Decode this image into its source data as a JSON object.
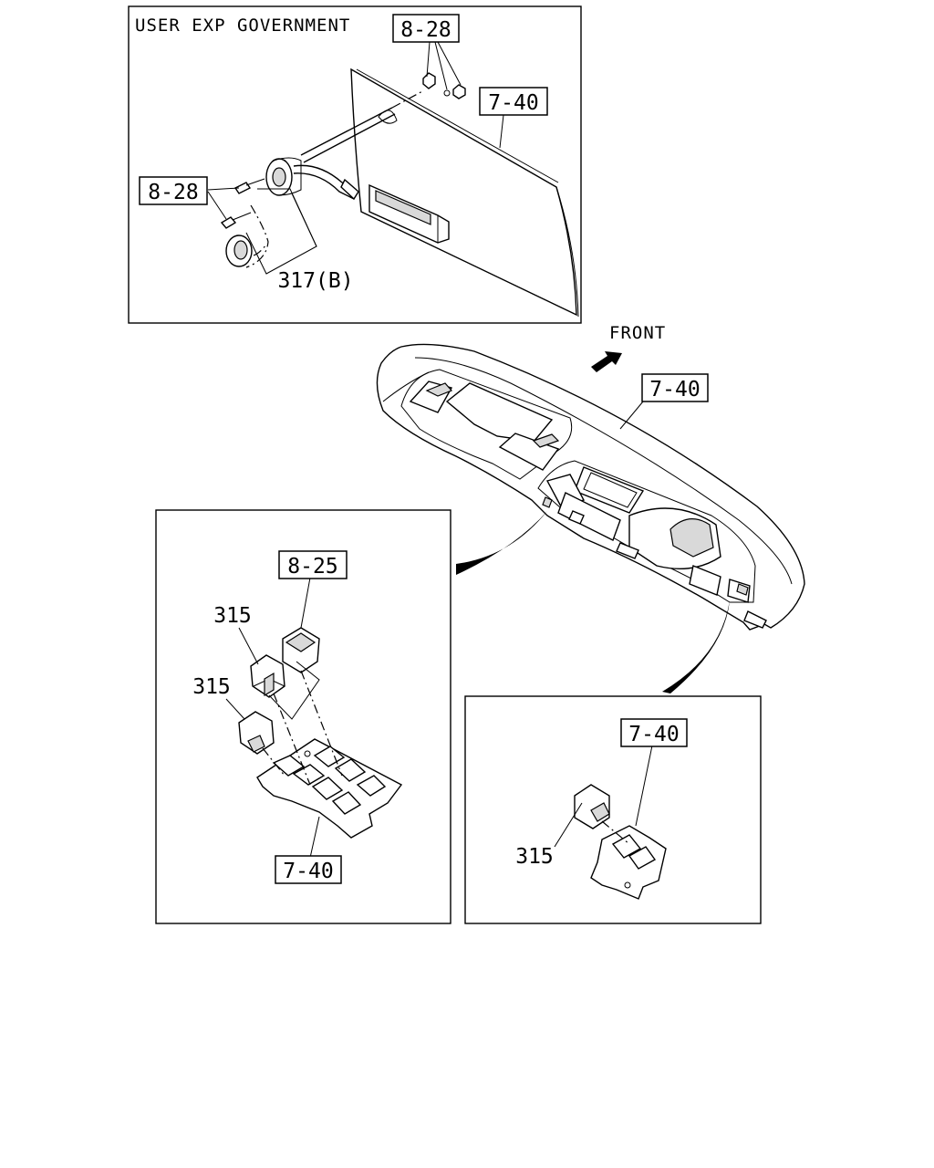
{
  "top_panel": {
    "note": "USER EXP GOVERNMENT",
    "callout_ref_top": "8-28",
    "callout_ref_panel": "7-40",
    "callout_ref_left": "8-28",
    "part_label": "317(B)"
  },
  "main_view": {
    "front_label": "FRONT",
    "callout_ref_dash": "7-40"
  },
  "left_detail": {
    "callout_ref_top": "8-25",
    "part_label_upper": "315",
    "part_label_lower": "315",
    "callout_ref_bottom": "7-40"
  },
  "right_detail": {
    "callout_ref": "7-40",
    "part_label": "315"
  },
  "icons": [
    "arrow-front-icon"
  ]
}
